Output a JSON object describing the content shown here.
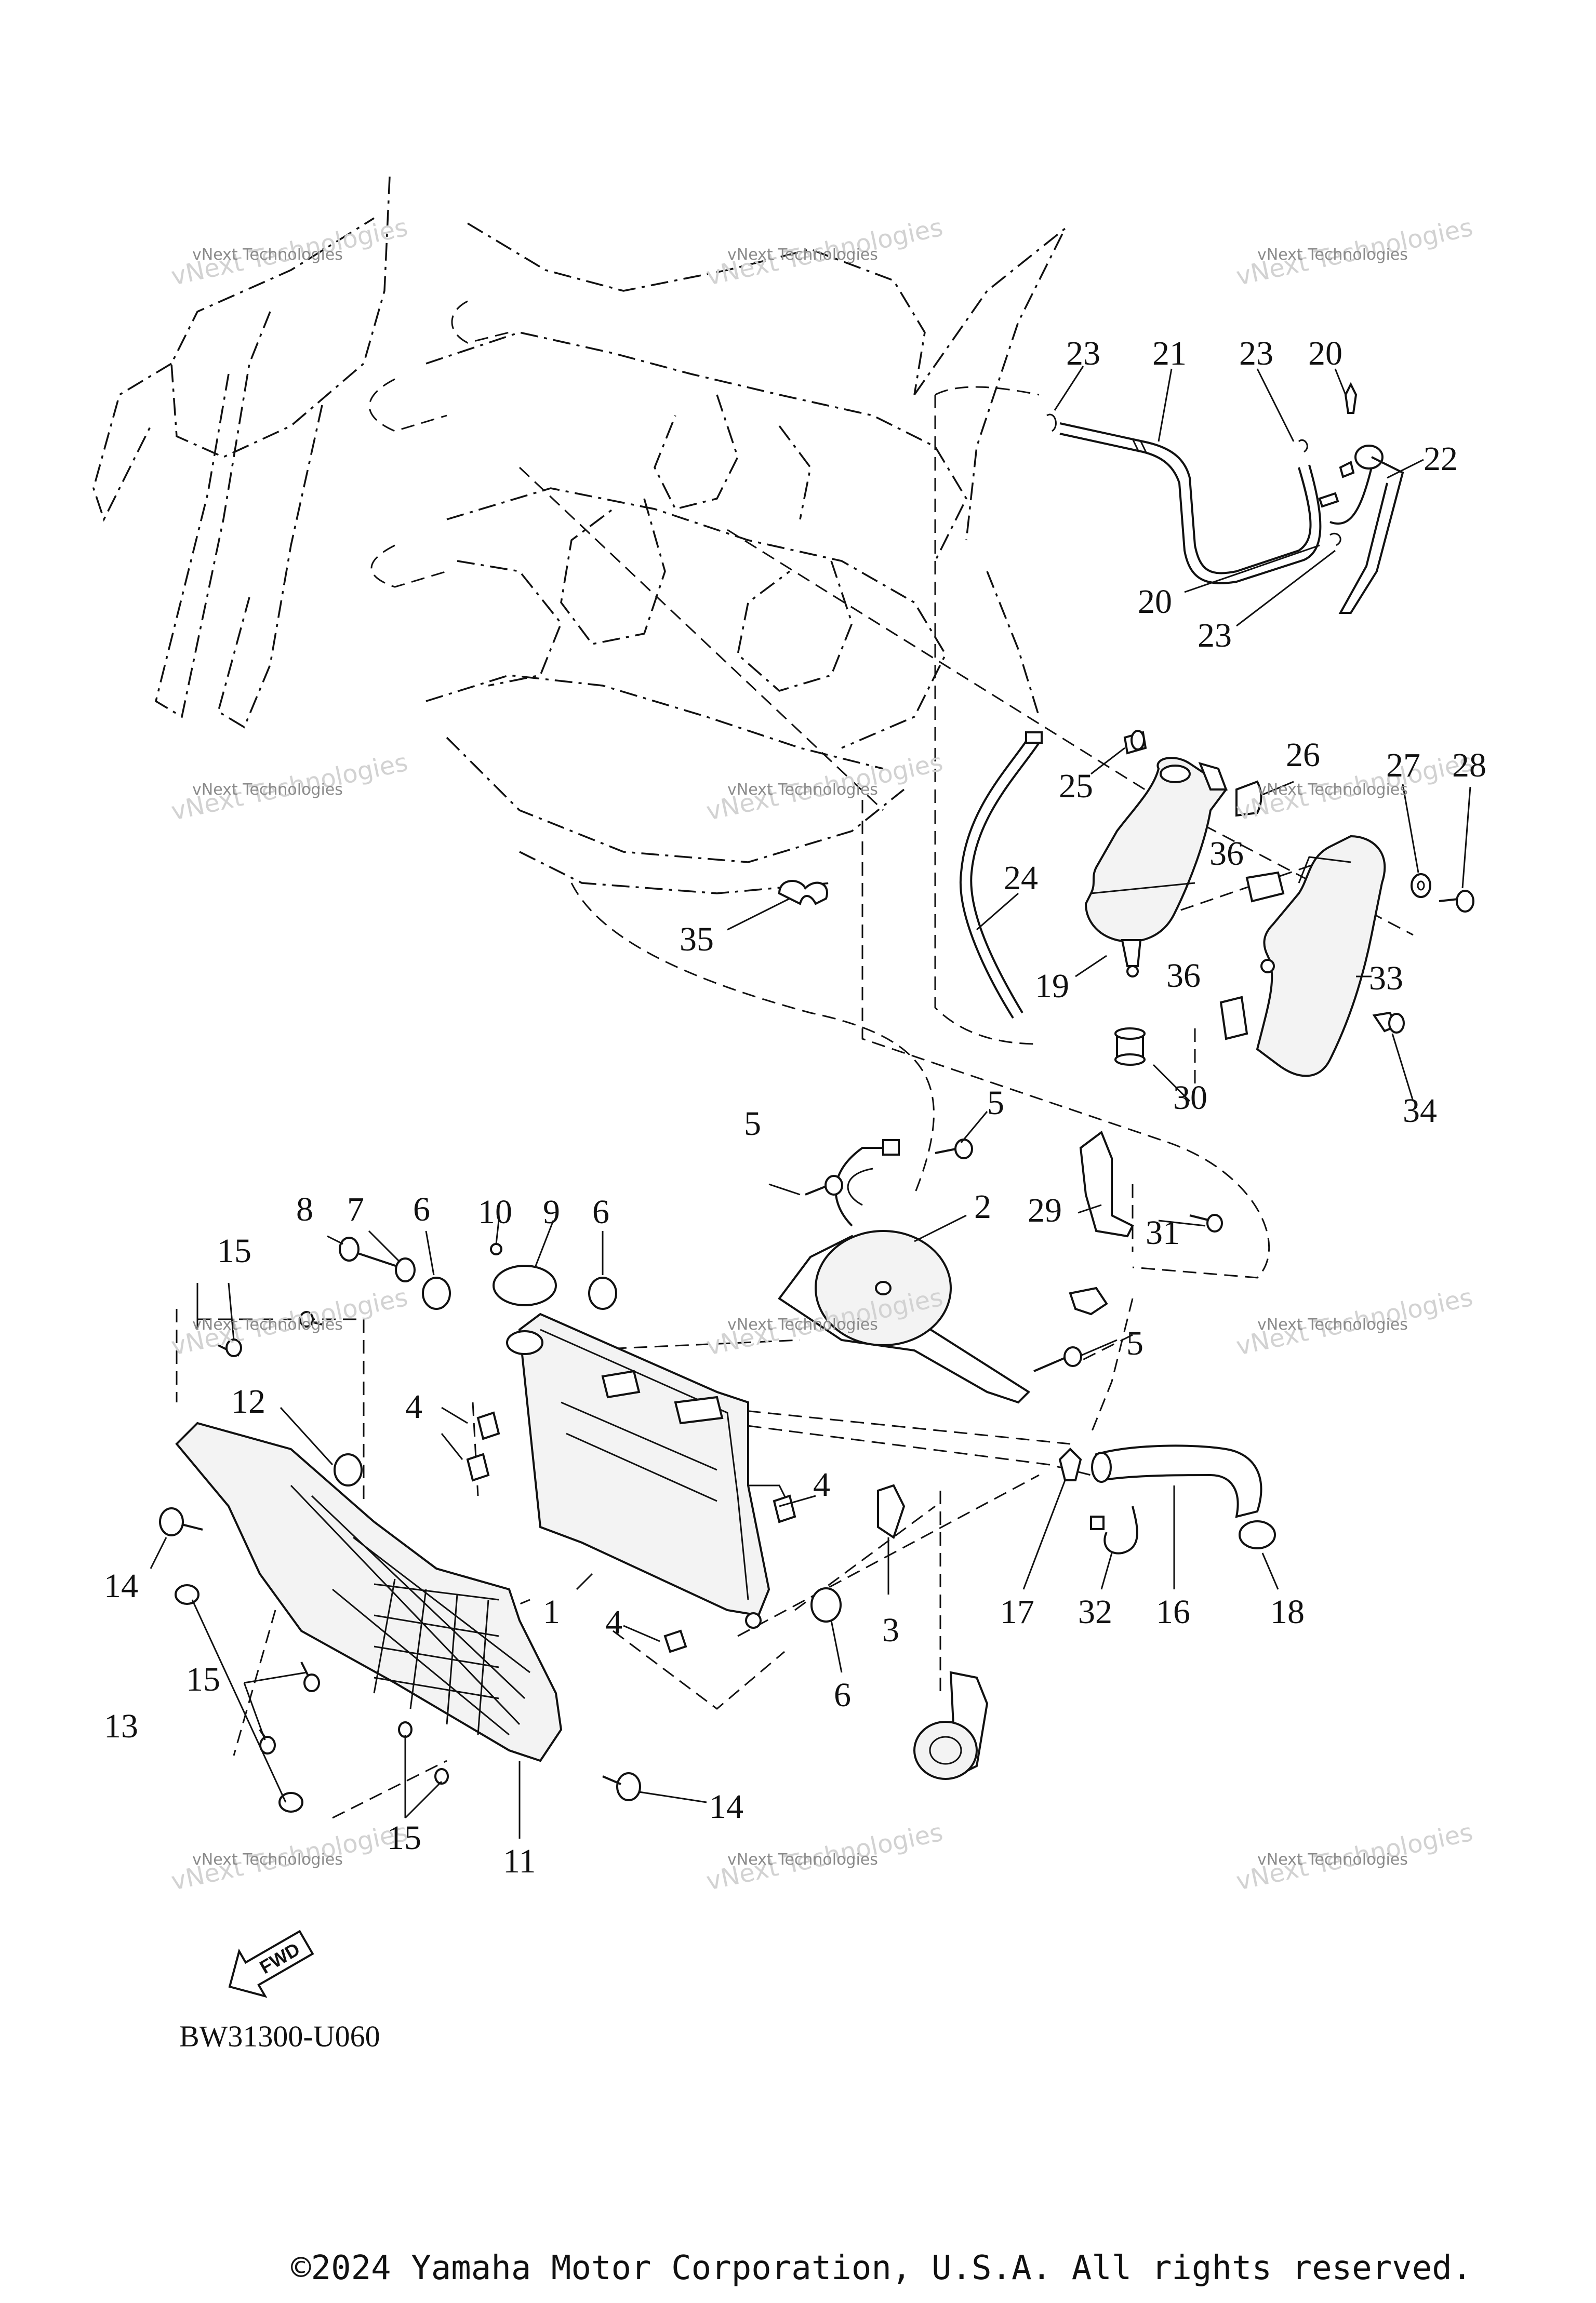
{
  "diagram": {
    "drawing_code": "BW31300-U060",
    "fwd_label": "FWD",
    "copyright": "©2024 Yamaha Motor Corporation, U.S.A. All rights reserved.",
    "watermark": {
      "line1": "vNext Technologies",
      "line2": "vNext Technologies"
    },
    "callouts": [
      {
        "id": "c1",
        "label": "1"
      },
      {
        "id": "c2",
        "label": "2"
      },
      {
        "id": "c3",
        "label": "3"
      },
      {
        "id": "c4a",
        "label": "4"
      },
      {
        "id": "c4b",
        "label": "4"
      },
      {
        "id": "c4c",
        "label": "4"
      },
      {
        "id": "c5a",
        "label": "5"
      },
      {
        "id": "c5b",
        "label": "5"
      },
      {
        "id": "c5c",
        "label": "5"
      },
      {
        "id": "c6a",
        "label": "6"
      },
      {
        "id": "c6b",
        "label": "6"
      },
      {
        "id": "c6c",
        "label": "6"
      },
      {
        "id": "c7",
        "label": "7"
      },
      {
        "id": "c8",
        "label": "8"
      },
      {
        "id": "c9",
        "label": "9"
      },
      {
        "id": "c10",
        "label": "10"
      },
      {
        "id": "c11",
        "label": "11"
      },
      {
        "id": "c12",
        "label": "12"
      },
      {
        "id": "c13",
        "label": "13"
      },
      {
        "id": "c14a",
        "label": "14"
      },
      {
        "id": "c14b",
        "label": "14"
      },
      {
        "id": "c15a",
        "label": "15"
      },
      {
        "id": "c15b",
        "label": "15"
      },
      {
        "id": "c15c",
        "label": "15"
      },
      {
        "id": "c16",
        "label": "16"
      },
      {
        "id": "c17",
        "label": "17"
      },
      {
        "id": "c18",
        "label": "18"
      },
      {
        "id": "c19",
        "label": "19"
      },
      {
        "id": "c20a",
        "label": "20"
      },
      {
        "id": "c20b",
        "label": "20"
      },
      {
        "id": "c21",
        "label": "21"
      },
      {
        "id": "c22",
        "label": "22"
      },
      {
        "id": "c23a",
        "label": "23"
      },
      {
        "id": "c23b",
        "label": "23"
      },
      {
        "id": "c23c",
        "label": "23"
      },
      {
        "id": "c24",
        "label": "24"
      },
      {
        "id": "c25",
        "label": "25"
      },
      {
        "id": "c26",
        "label": "26"
      },
      {
        "id": "c27",
        "label": "27"
      },
      {
        "id": "c28",
        "label": "28"
      },
      {
        "id": "c29",
        "label": "29"
      },
      {
        "id": "c30",
        "label": "30"
      },
      {
        "id": "c31",
        "label": "31"
      },
      {
        "id": "c32",
        "label": "32"
      },
      {
        "id": "c33",
        "label": "33"
      },
      {
        "id": "c34",
        "label": "34"
      },
      {
        "id": "c35",
        "label": "35"
      },
      {
        "id": "c36a",
        "label": "36"
      },
      {
        "id": "c36b",
        "label": "36"
      }
    ]
  }
}
